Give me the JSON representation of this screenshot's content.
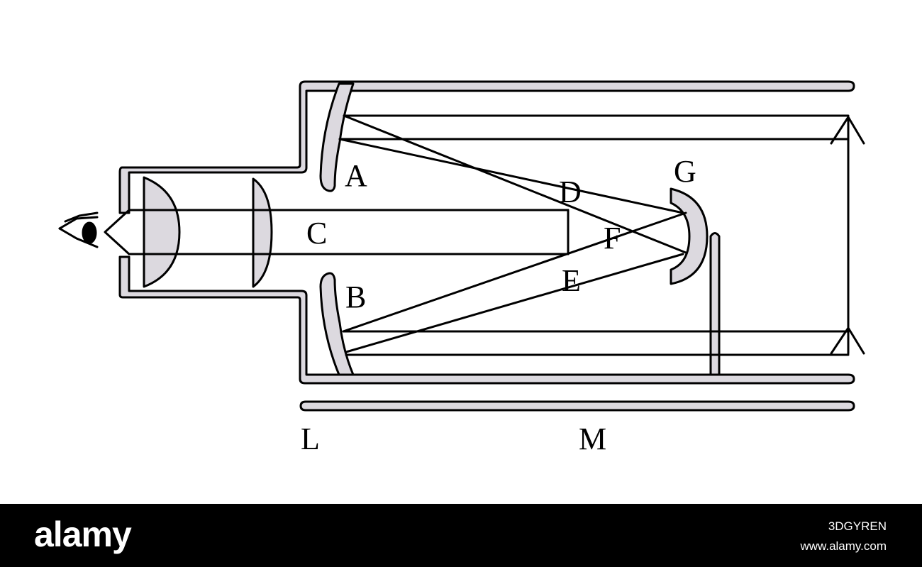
{
  "labels": {
    "A": "A",
    "B": "B",
    "C": "C",
    "D": "D",
    "E": "E",
    "F": "F",
    "G": "G",
    "L": "L",
    "M": "M"
  },
  "banner": {
    "brand": "alamy",
    "stock_id": "3DGYREN",
    "site": "www.alamy.com"
  },
  "colors": {
    "fill": "#dcd9df",
    "stroke": "#000000",
    "banner": "#000000"
  },
  "icons": [
    "eye-icon",
    "arrow-icon"
  ]
}
